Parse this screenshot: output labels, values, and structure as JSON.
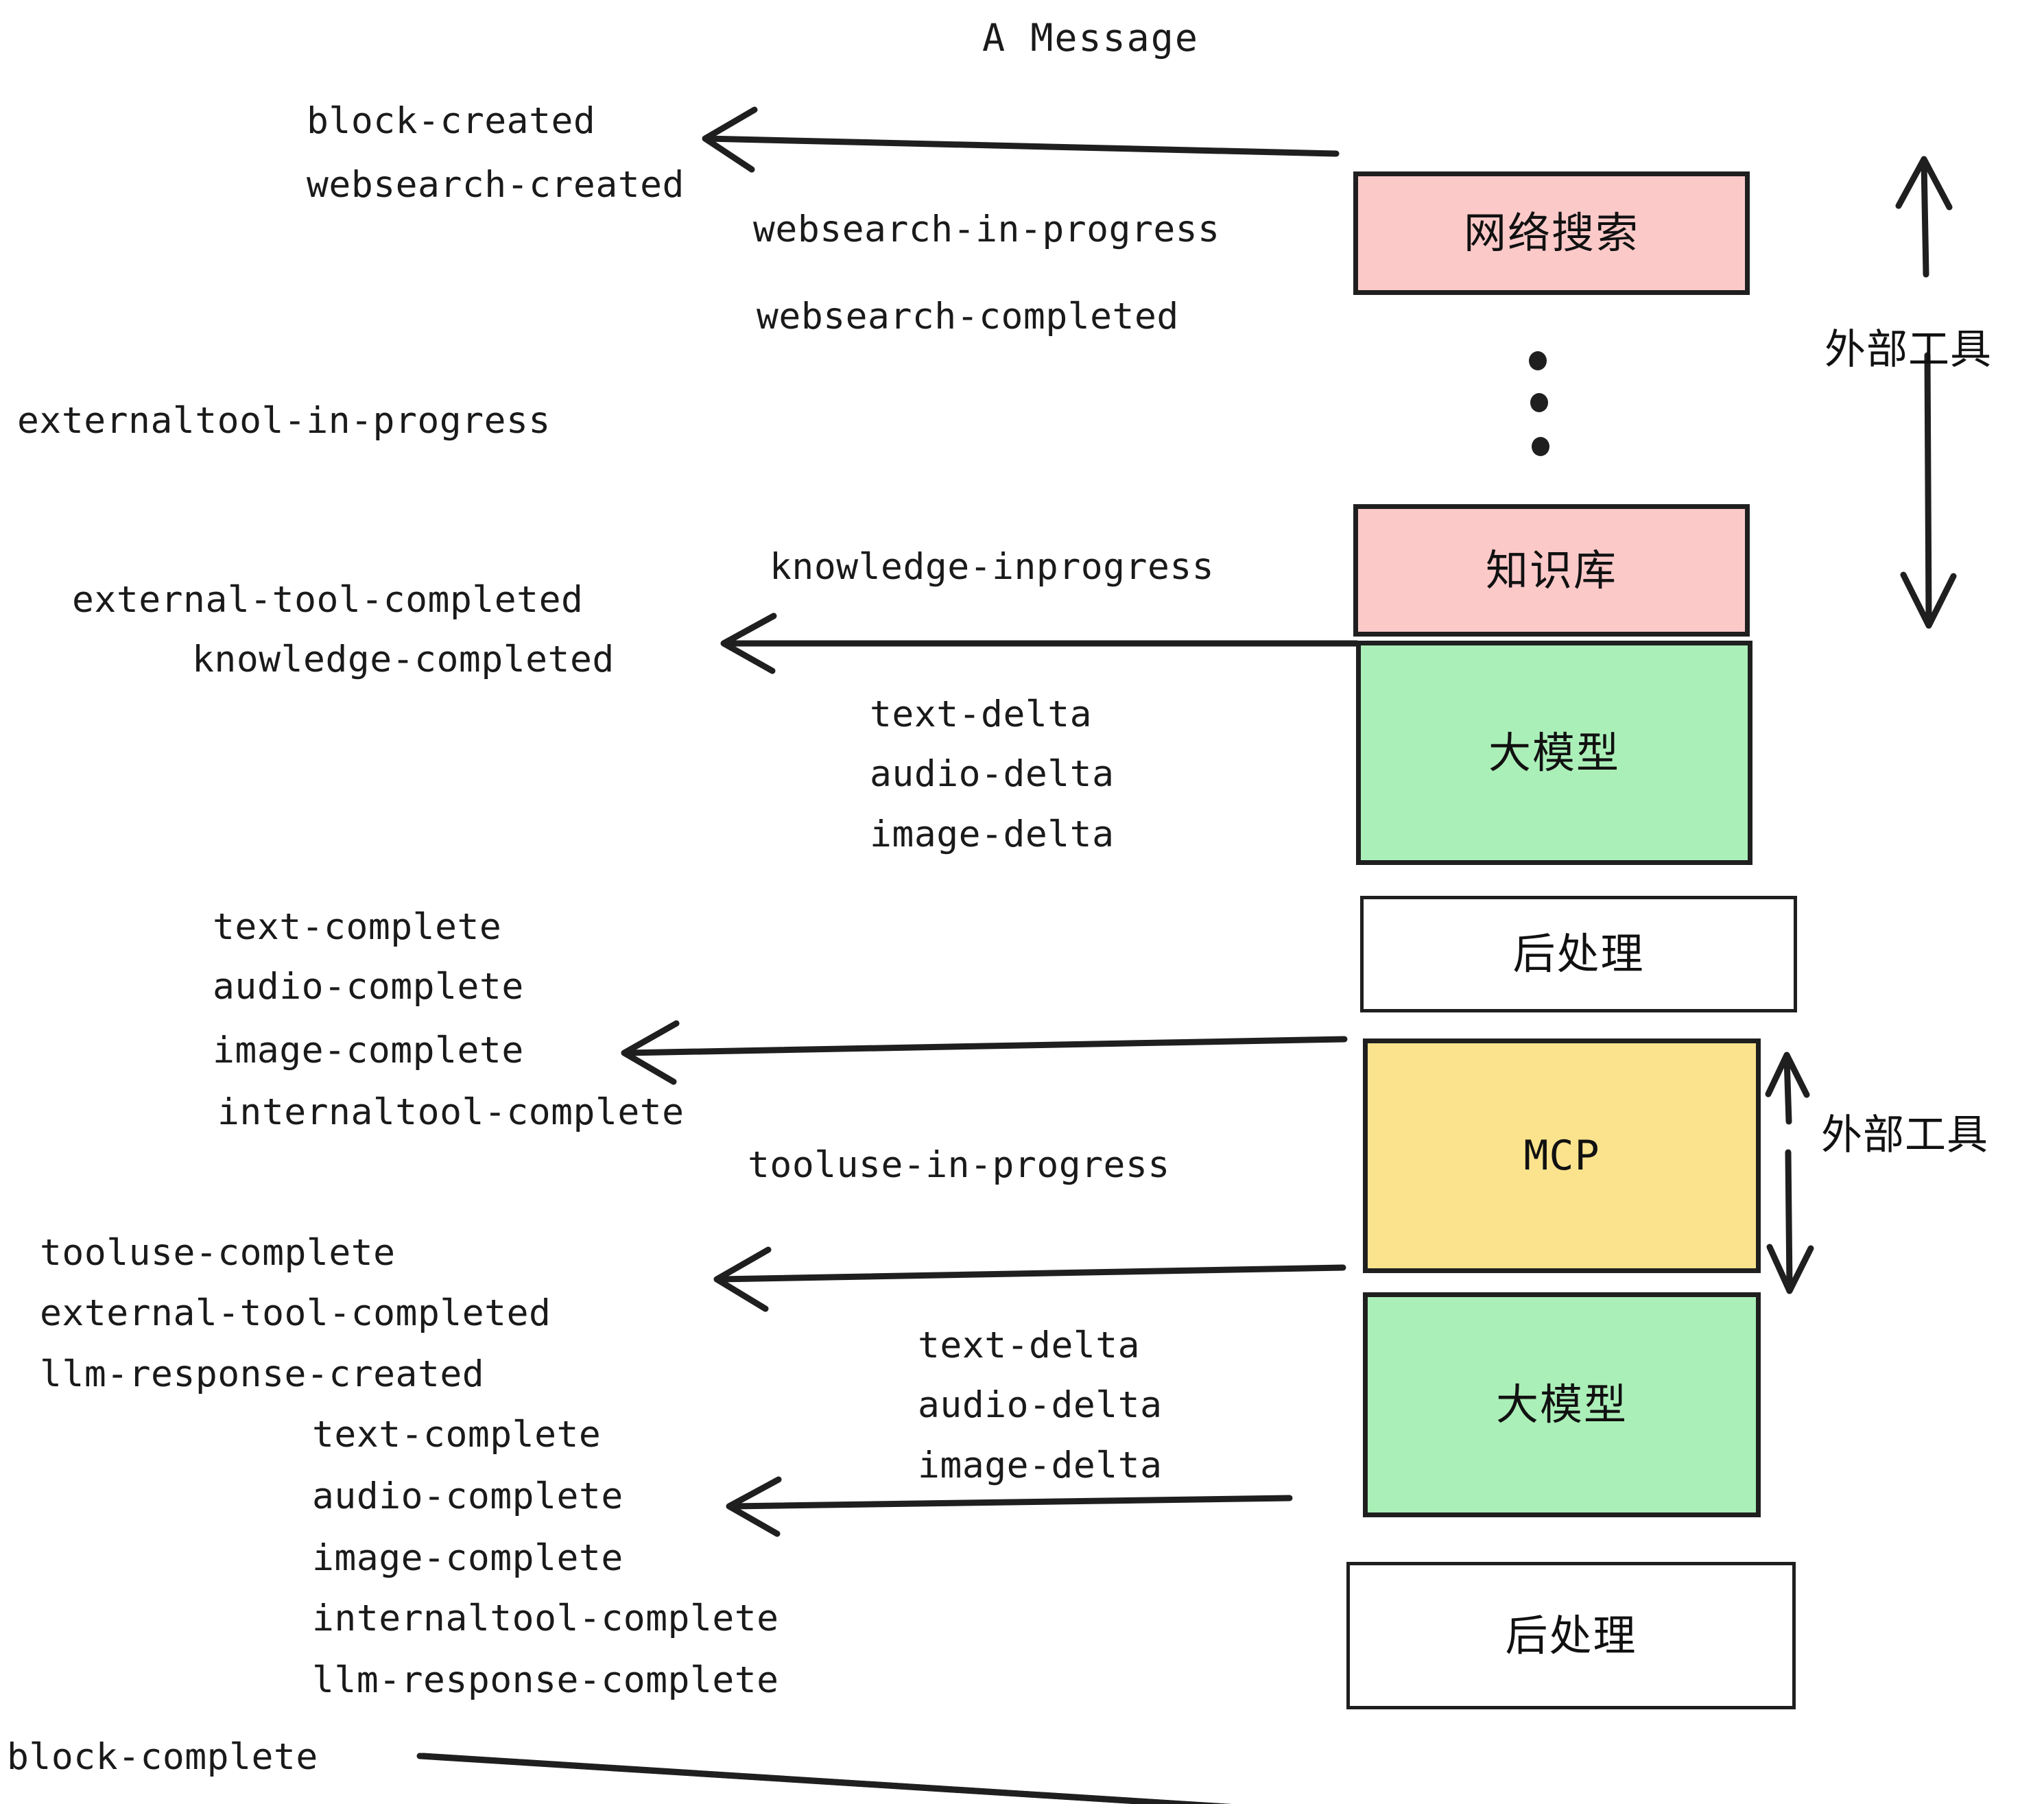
{
  "diagram": {
    "title": "A Message",
    "colors": {
      "pink": "#FCC9C9",
      "green": "#ABEFB8",
      "yellow": "#FAE38C",
      "white": "#FFFFFF",
      "stroke": "#1F1F1F",
      "text": "#1A1A1A"
    },
    "nodes": [
      {
        "id": "websearch",
        "label": "网络搜索",
        "fill": "#FCC9C9"
      },
      {
        "id": "knowledge",
        "label": "知识库",
        "fill": "#FCC9C9"
      },
      {
        "id": "llm-1",
        "label": "大模型",
        "fill": "#ABEFB8"
      },
      {
        "id": "postprocess-1",
        "label": "后处理",
        "fill": "#FFFFFF"
      },
      {
        "id": "mcp",
        "label": "MCP",
        "fill": "#FAE38C"
      },
      {
        "id": "llm-2",
        "label": "大模型",
        "fill": "#ABEFB8"
      },
      {
        "id": "postprocess-2",
        "label": "后处理",
        "fill": "#FFFFFF"
      }
    ],
    "side_labels": [
      {
        "id": "external-tool-top",
        "label": "外部工具"
      },
      {
        "id": "external-tool-bottom",
        "label": "外部工具"
      }
    ],
    "events": [
      {
        "id": "block-created",
        "label": "block-created"
      },
      {
        "id": "websearch-created",
        "label": "websearch-created"
      },
      {
        "id": "websearch-in-progress",
        "label": "websearch-in-progress"
      },
      {
        "id": "websearch-completed",
        "label": "websearch-completed"
      },
      {
        "id": "externaltool-in-progress",
        "label": "externaltool-in-progress"
      },
      {
        "id": "knowledge-inprogress",
        "label": "knowledge-inprogress"
      },
      {
        "id": "external-tool-completed-1",
        "label": "external-tool-completed"
      },
      {
        "id": "knowledge-completed",
        "label": "knowledge-completed"
      },
      {
        "id": "text-delta-1",
        "label": "text-delta"
      },
      {
        "id": "audio-delta-1",
        "label": "audio-delta"
      },
      {
        "id": "image-delta-1",
        "label": "image-delta"
      },
      {
        "id": "text-complete-1",
        "label": "text-complete"
      },
      {
        "id": "audio-complete-1",
        "label": "audio-complete"
      },
      {
        "id": "image-complete-1",
        "label": "image-complete"
      },
      {
        "id": "internaltool-complete-1",
        "label": "internaltool-complete"
      },
      {
        "id": "tooluse-in-progress",
        "label": "tooluse-in-progress"
      },
      {
        "id": "tooluse-complete",
        "label": "tooluse-complete"
      },
      {
        "id": "external-tool-completed-2",
        "label": "external-tool-completed"
      },
      {
        "id": "llm-response-created",
        "label": "llm-response-created"
      },
      {
        "id": "text-complete-2",
        "label": "text-complete"
      },
      {
        "id": "audio-complete-2",
        "label": "audio-complete"
      },
      {
        "id": "image-complete-2",
        "label": "image-complete"
      },
      {
        "id": "internaltool-complete-2",
        "label": "internaltool-complete"
      },
      {
        "id": "llm-response-complete",
        "label": "llm-response-complete"
      },
      {
        "id": "text-delta-2",
        "label": "text-delta"
      },
      {
        "id": "audio-delta-2",
        "label": "audio-delta"
      },
      {
        "id": "image-delta-2",
        "label": "image-delta"
      },
      {
        "id": "block-complete",
        "label": "block-complete"
      }
    ]
  }
}
